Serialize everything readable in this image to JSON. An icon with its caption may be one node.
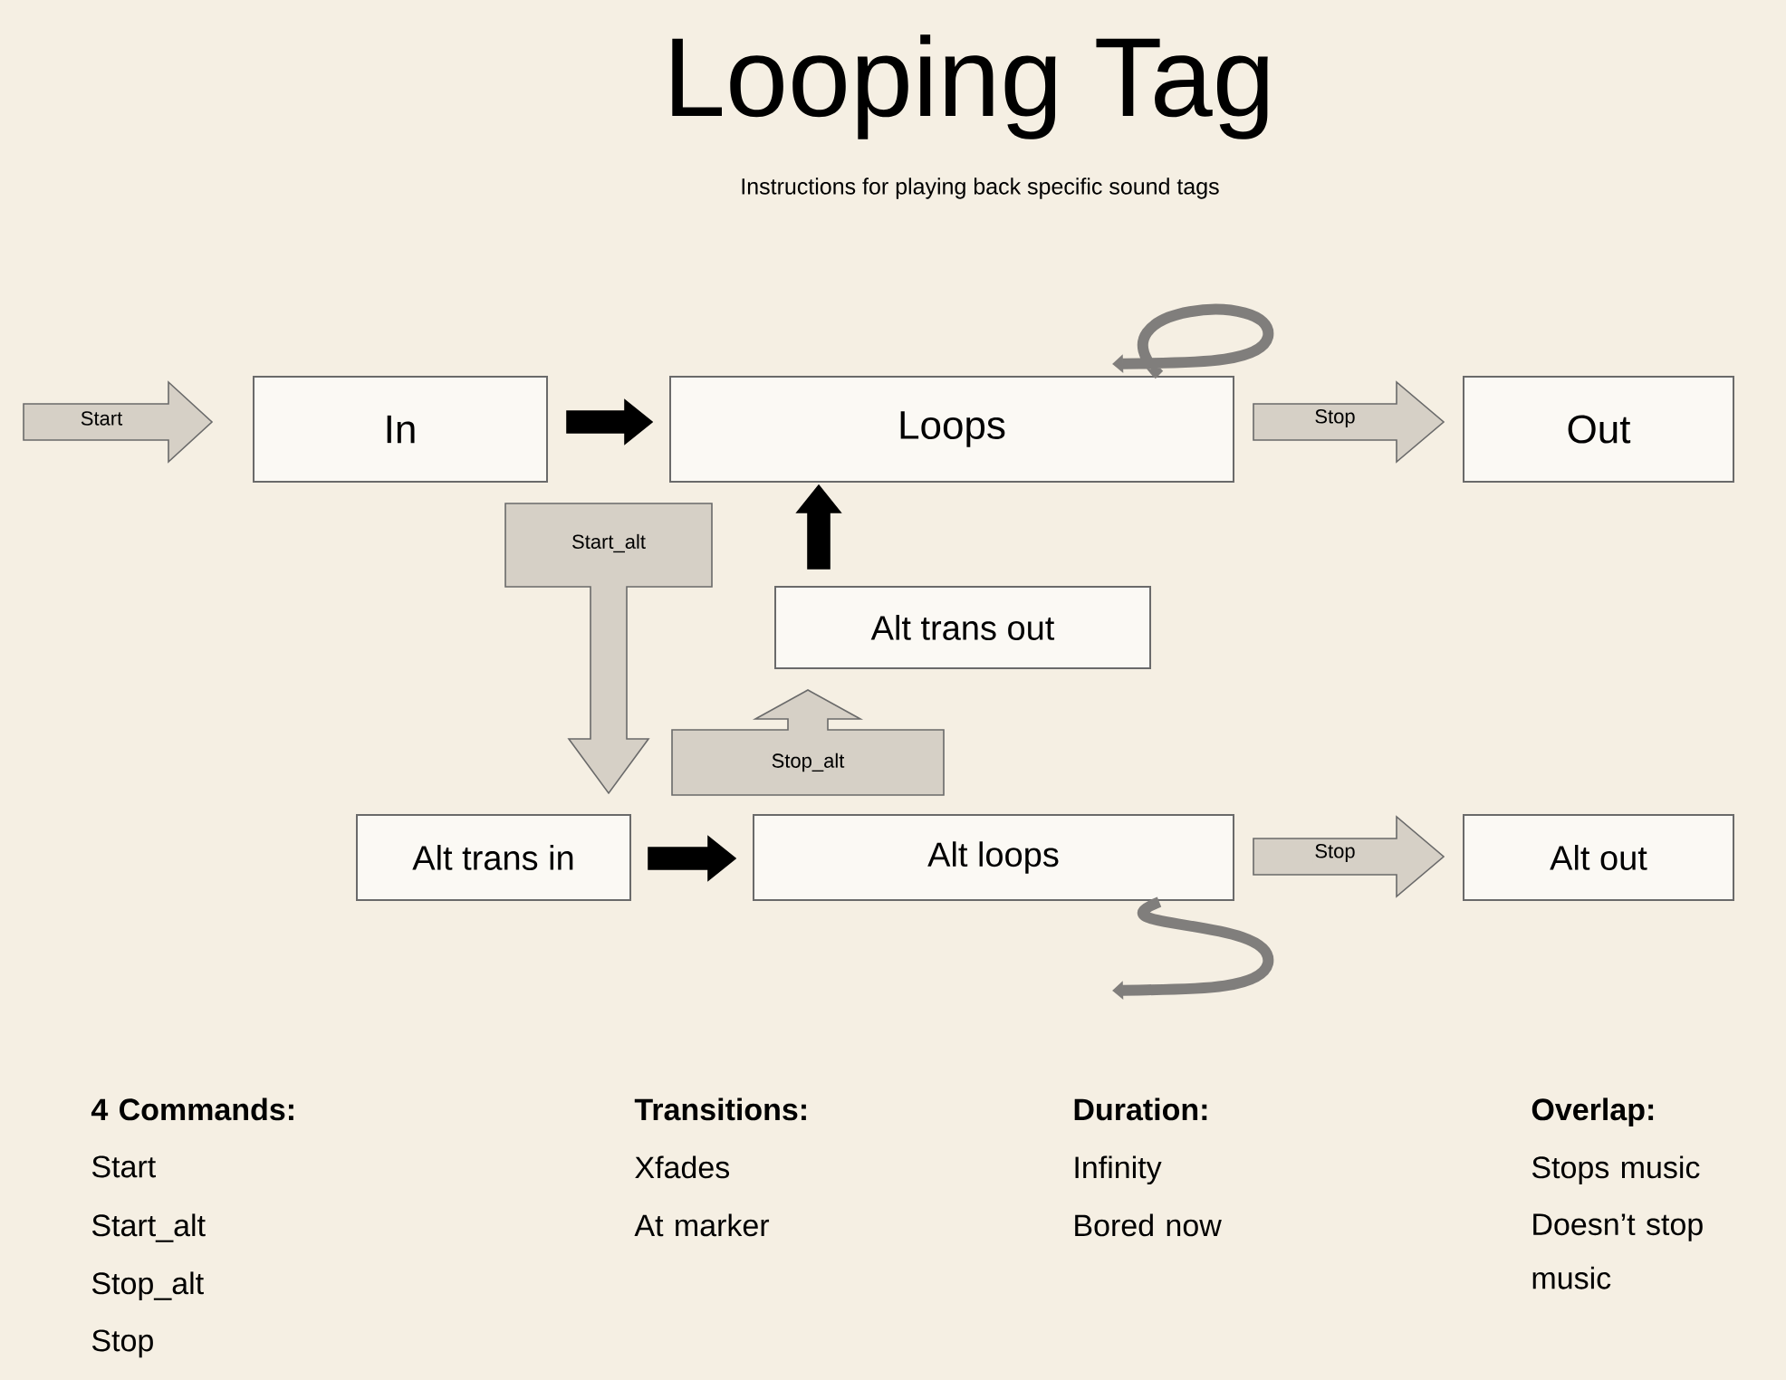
{
  "diagram": {
    "title": "Looping Tag",
    "nodes": [
      {
        "text": [
          "In"
        ]
      },
      {
        "text": [
          "Loops"
        ]
      },
      {
        "text": [
          "Out"
        ]
      },
      {
        "text": [
          "Alt trans out"
        ]
      },
      {
        "text": [
          "Alt trans in"
        ]
      },
      {
        "text": [
          "Alt loops"
        ]
      },
      {
        "text": [
          "Alt out"
        ]
      }
    ],
    "edges": [
      {
        "from": null,
        "to": 0,
        "arrow": "to",
        "label": "Start"
      },
      {
        "from": 0,
        "to": 1,
        "arrow": "to",
        "color": "#000000"
      },
      {
        "from": 1,
        "to": 1,
        "arrow": "to"
      },
      {
        "from": 1,
        "to": 2,
        "arrow": "to",
        "label": "Stop"
      },
      {
        "from": 0,
        "to": 4,
        "arrow": "to",
        "label": "Start_alt"
      },
      {
        "from": 3,
        "to": 1,
        "arrow": "to",
        "color": "#000000"
      },
      {
        "from": 5,
        "to": 3,
        "arrow": "to",
        "label": "Stop_alt"
      },
      {
        "from": 4,
        "to": 5,
        "arrow": "to",
        "color": "#000000"
      },
      {
        "from": 5,
        "to": 5,
        "arrow": "to"
      },
      {
        "from": 5,
        "to": 6,
        "arrow": "to",
        "label": "Stop"
      }
    ],
    "labels": [
      "Instructions for playing back specific sound tags",
      "4 Commands:",
      "Start",
      "Start_alt",
      "Stop_alt",
      "Stop",
      "Transitions:",
      "Xfades",
      "At marker",
      "Duration:",
      "Infinity",
      "Bored now",
      "Overlap:",
      "Stops music",
      "Doesn’t stop music"
    ]
  }
}
